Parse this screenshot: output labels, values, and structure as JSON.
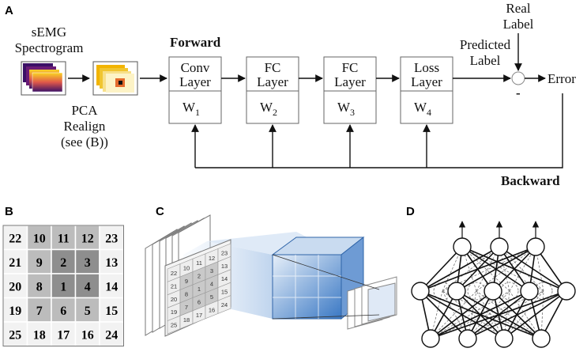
{
  "panels": {
    "a": "A",
    "b": "B",
    "c": "C",
    "d": "D"
  },
  "pipeline": {
    "input_label": [
      "sEMG",
      "Spectrogram"
    ],
    "pca_label": [
      "PCA",
      "Realign",
      "(see (B))"
    ],
    "forward": "Forward",
    "backward": "Backward",
    "layers": [
      {
        "name": [
          "Conv",
          "Layer"
        ],
        "weight": "W",
        "sub": "1"
      },
      {
        "name": [
          "FC",
          "Layer"
        ],
        "weight": "W",
        "sub": "2"
      },
      {
        "name": [
          "FC",
          "Layer"
        ],
        "weight": "W",
        "sub": "3"
      },
      {
        "name": [
          "Loss",
          "Layer"
        ],
        "weight": "W",
        "sub": "4"
      }
    ],
    "predicted": [
      "Predicted",
      "Label"
    ],
    "real": [
      "Real",
      "Label"
    ],
    "minus": "-",
    "error": "Error"
  },
  "grid_b": {
    "rows": [
      [
        "22",
        "10",
        "11",
        "12",
        "23"
      ],
      [
        "21",
        "9",
        "2",
        "3",
        "13"
      ],
      [
        "20",
        "8",
        "1",
        "4",
        "14"
      ],
      [
        "19",
        "7",
        "6",
        "5",
        "15"
      ],
      [
        "25",
        "18",
        "17",
        "16",
        "24"
      ]
    ],
    "shades": [
      [
        "#f2f2f2",
        "#bcbcbc",
        "#bcbcbc",
        "#bcbcbc",
        "#f2f2f2"
      ],
      [
        "#f2f2f2",
        "#bcbcbc",
        "#8e8e8e",
        "#8e8e8e",
        "#f2f2f2"
      ],
      [
        "#f2f2f2",
        "#bcbcbc",
        "#8e8e8e",
        "#8e8e8e",
        "#f2f2f2"
      ],
      [
        "#f2f2f2",
        "#bcbcbc",
        "#bcbcbc",
        "#bcbcbc",
        "#f2f2f2"
      ],
      [
        "#f2f2f2",
        "#f2f2f2",
        "#f2f2f2",
        "#f2f2f2",
        "#f2f2f2"
      ]
    ]
  },
  "grid_c": {
    "rows": [
      [
        "22",
        "10",
        "11",
        "12",
        "23"
      ],
      [
        "21",
        "9",
        "2",
        "3",
        "13"
      ],
      [
        "20",
        "8",
        "1",
        "4",
        "14"
      ],
      [
        "19",
        "7",
        "6",
        "5",
        "15"
      ],
      [
        "25",
        "18",
        "17",
        "16",
        "24"
      ]
    ]
  },
  "colors": {
    "line": "#111111",
    "box_stroke": "#666666",
    "cube": "#3a78c4"
  }
}
